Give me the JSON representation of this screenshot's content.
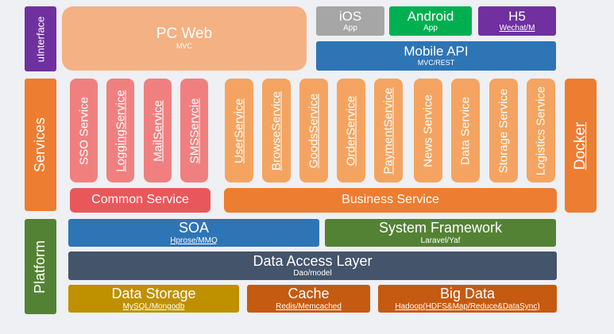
{
  "interface": {
    "side_label": "uInterface",
    "pc_web": {
      "title": "PC Web",
      "sub": "MVC"
    },
    "ios": {
      "title": "iOS",
      "sub": "App"
    },
    "android": {
      "title": "Android",
      "sub": "App"
    },
    "h5": {
      "title": "H5",
      "sub": "Wechat/M"
    },
    "mobile_api": {
      "title": "Mobile API",
      "sub": "MVC/REST"
    }
  },
  "services": {
    "side_label": "Services",
    "common_items": [
      "SSO Service",
      "LoggingService",
      "MailService",
      "SMSServcie"
    ],
    "business_items": [
      "UserService",
      "BrowseService",
      "GoodsService",
      "OrderService",
      "PaymentService",
      "News Service",
      "Data Service",
      "Storage Service",
      "Logistics Service"
    ],
    "common_label": "Common Service",
    "business_label": "Business Service",
    "docker_label": "Docker"
  },
  "platform": {
    "side_label": "Platform",
    "soa": {
      "title": "SOA",
      "sub": "Hprose/MMQ"
    },
    "framework": {
      "title": "System Framework",
      "sub": "Laravel/Yaf"
    },
    "dal": {
      "title": "Data Access Layer",
      "sub": "Dao/model"
    },
    "storage": {
      "title": "Data Storage",
      "sub": "MySQL/Mongodb"
    },
    "cache": {
      "title": "Cache",
      "sub": "Redis/Memcached"
    },
    "bigdata": {
      "title": "Big Data",
      "sub": "Hadoop(HDFS&Map/Reduce&DataSync)"
    }
  },
  "colors": {
    "purple": "#7030a0",
    "peach": "#f4b183",
    "grey": "#a6a6a6",
    "green": "#00b050",
    "blue": "#2e75b6",
    "orange": "#ed7d31",
    "pink": "#f08080",
    "red": "#e8585b",
    "olive_green": "#548235",
    "navy": "#44546a",
    "gold": "#bf9000",
    "rust": "#c55a11"
  }
}
